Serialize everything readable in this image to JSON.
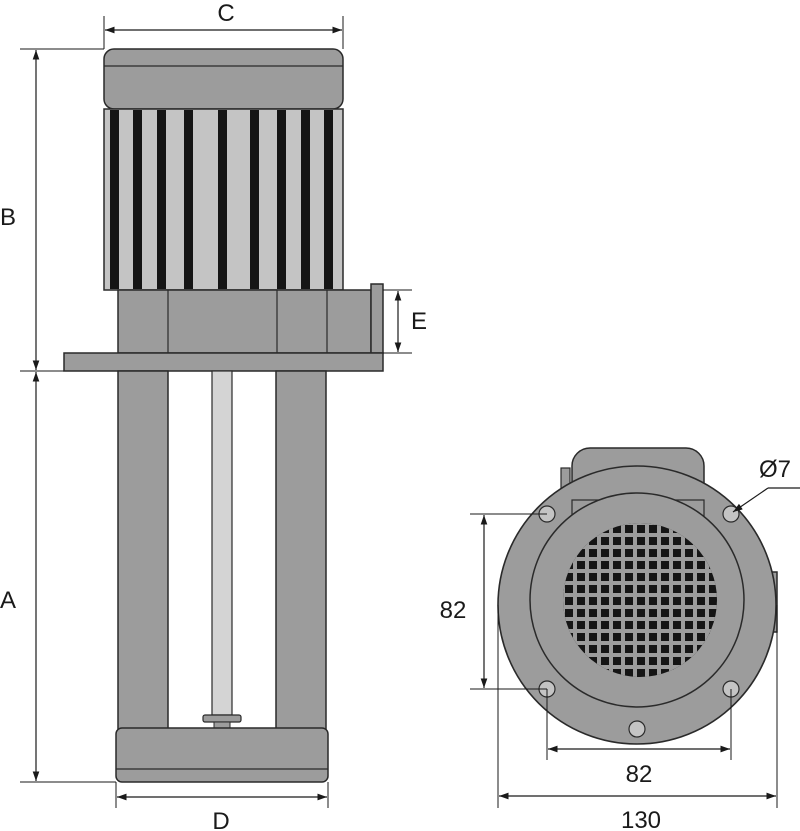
{
  "side_view": {
    "dimensions": {
      "a": "A",
      "b": "B",
      "c": "C",
      "d": "D",
      "e": "E"
    }
  },
  "top_view": {
    "hole_diameter_label": "Ø7",
    "vertical_spacing_label": "82",
    "horizontal_spacing_label": "82",
    "overall_width_label": "130"
  },
  "colors": {
    "body_gray": "#9c9c9c",
    "light_gray": "#c4c4c4",
    "fin_black": "#151515",
    "outline": "#2a2a2a"
  }
}
